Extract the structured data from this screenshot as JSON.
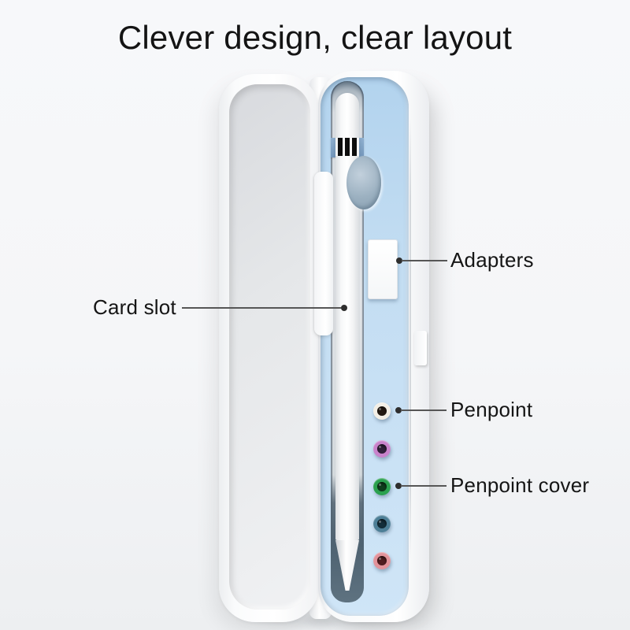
{
  "title": "Clever design, clear layout",
  "annotations": {
    "adapters": {
      "label": "Adapters"
    },
    "card_slot": {
      "label": "Card slot"
    },
    "penpoint": {
      "label": "Penpoint"
    },
    "penpoint_cover": {
      "label": "Penpoint cover"
    }
  },
  "case": {
    "description": "open pencil storage case with stylus",
    "colors": {
      "shell_white": "#ffffff",
      "tray_blue": "#c3ddf2",
      "strap_blue": "#7f9fc0",
      "slot_recess_gray": "#54687a",
      "leader_line_gray": "#565656",
      "label_text": "#151515"
    },
    "penpoint_cover_holes": [
      {
        "name": "white",
        "ring": "#f3efe6",
        "core": "#241a12"
      },
      {
        "name": "orchid",
        "ring": "#c983cb",
        "core": "#32203a"
      },
      {
        "name": "green",
        "ring": "#2ba14f",
        "core": "#0e3d1d"
      },
      {
        "name": "steel-blue",
        "ring": "#4d7f97",
        "core": "#132e3a"
      },
      {
        "name": "salmon",
        "ring": "#e2939b",
        "core": "#521d20"
      }
    ]
  }
}
